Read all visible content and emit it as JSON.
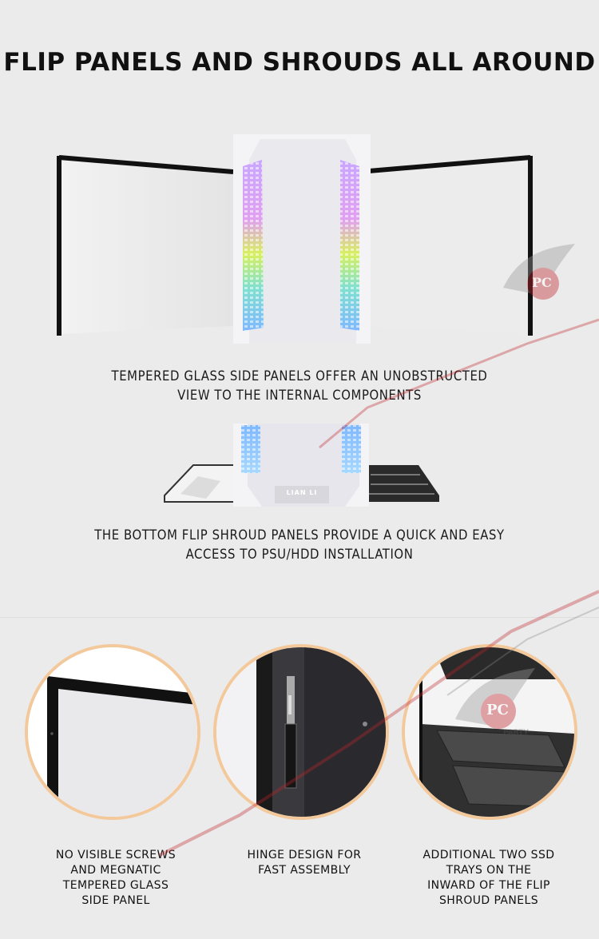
{
  "heading": "FLIP PANELS AND SHROUDS ALL AROUND",
  "section_glass": {
    "caption_line1": "TEMPERED GLASS SIDE PANELS OFFER AN UNOBSTRUCTED",
    "caption_line2": "VIEW TO THE INTERNAL COMPONENTS"
  },
  "section_shroud": {
    "caption_line1": "THE BOTTOM FLIP SHROUD PANELS PROVIDE A QUICK AND EASY",
    "caption_line2": "ACCESS TO PSU/HDD INSTALLATION",
    "brand_plate": "LIAN LI"
  },
  "watermark": {
    "logo_text": "PC",
    "sub_text": "PARTY"
  },
  "features": [
    {
      "lines": [
        "NO VISIBLE SCREWS",
        "AND MEGNATIC",
        "TEMPERED GLASS",
        "SIDE PANEL"
      ]
    },
    {
      "lines": [
        "HINGE DESIGN FOR",
        "FAST ASSEMBLY"
      ]
    },
    {
      "lines": [
        "ADDITIONAL TWO SSD",
        "TRAYS ON THE",
        "INWARD OF THE FLIP",
        "SHROUD PANELS"
      ]
    }
  ],
  "colors": {
    "background": "#ebebeb",
    "circle_border": "#f3c99c",
    "watermark_red": "#c0242b"
  }
}
